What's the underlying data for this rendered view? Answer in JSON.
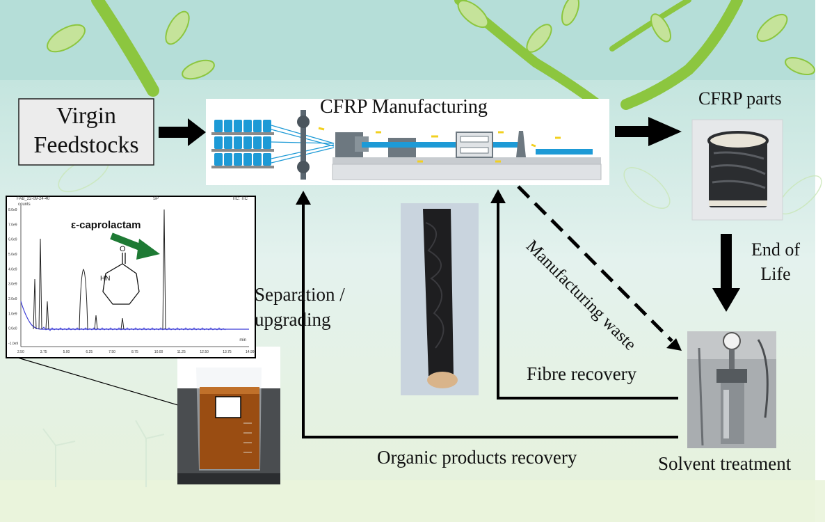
{
  "labels": {
    "virgin": "Virgin\nFeedstocks",
    "cfrp_manufacturing": "CFRP Manufacturing",
    "cfrp_parts": "CFRP parts",
    "end_of_life": "End of\nLife",
    "manufacturing_waste": "Manufacturing waste",
    "separation": "Separation /\nupgrading",
    "fibre_recovery": "Fibre recovery",
    "organic_recovery": "Organic products recovery",
    "solvent_treatment": "Solvent treatment"
  },
  "chromatogram": {
    "file_label": "FAB_22-09-24-40",
    "sp_label": "SP",
    "counts_label": "counts",
    "tic_label": "TIC: TIC",
    "min_label": "min",
    "compound": "ε-caprolactam",
    "y_ticks": [
      "8.0e9",
      "7.0e9",
      "6.0e9",
      "5.0e9",
      "4.0e9",
      "3.0e9",
      "2.0e9",
      "1.0e9",
      "0.0e0",
      "-1.0e9"
    ],
    "x_ticks": [
      "2.50",
      "3.75",
      "5.00",
      "6.25",
      "7.50",
      "8.75",
      "10.00",
      "11.25",
      "12.50",
      "13.75",
      "14.99"
    ]
  },
  "colors": {
    "belt": "#1d9ad6",
    "arrow_green": "#1e7a34",
    "leaf_green": "#7fb52c",
    "sky": "#bfe3de"
  }
}
